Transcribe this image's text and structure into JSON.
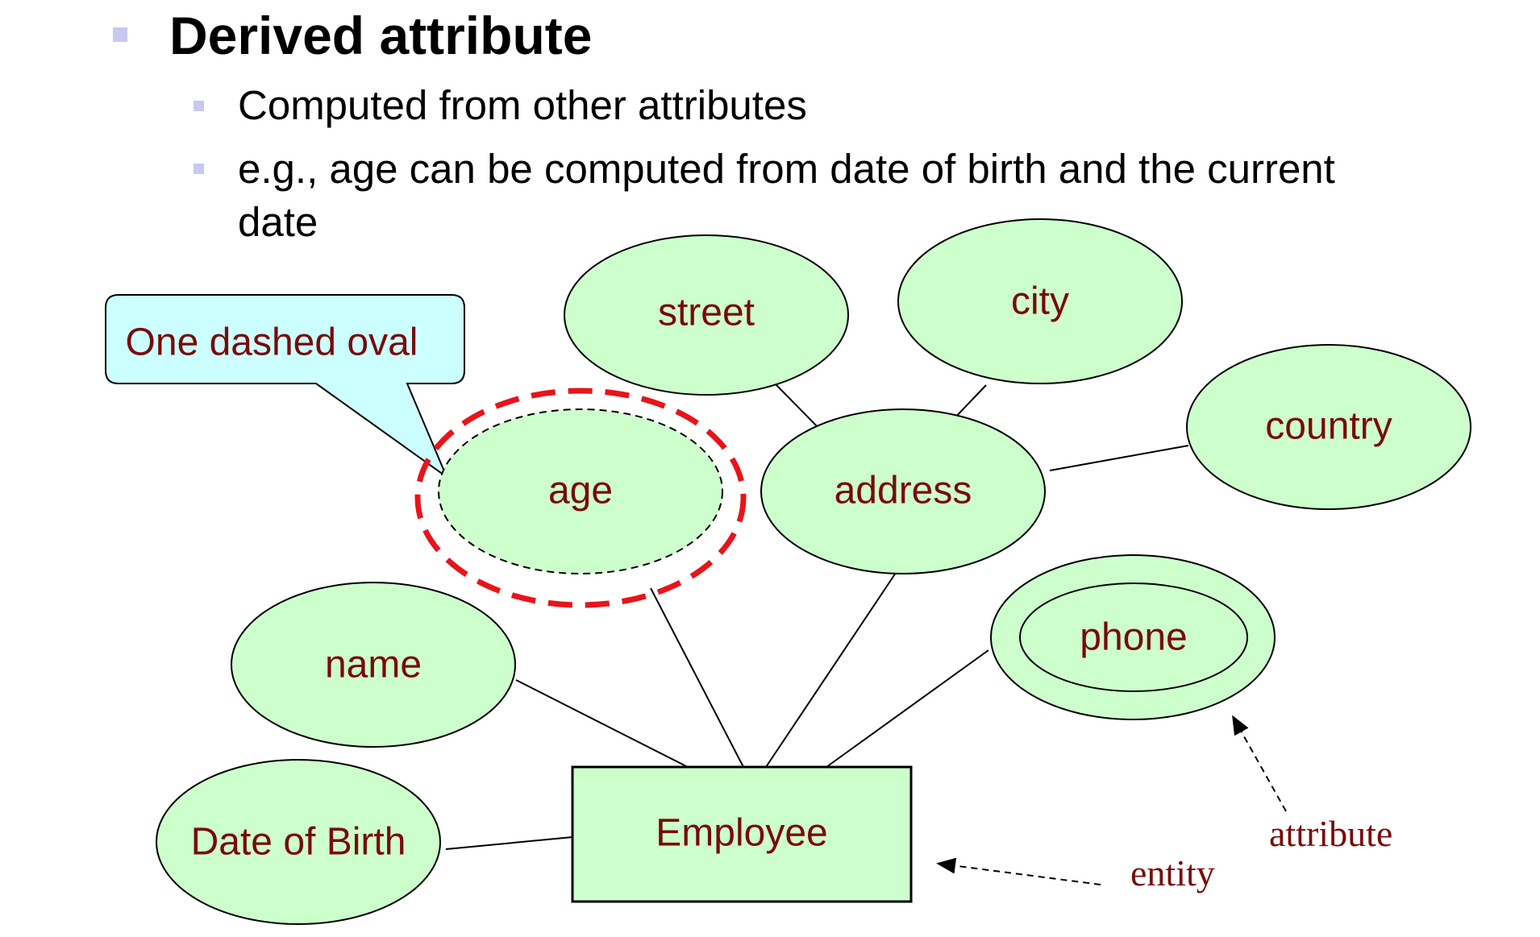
{
  "slide": {
    "heading": "Derived attribute",
    "bullets": [
      "Computed from other attributes",
      "e.g., age can be computed from date of birth and the current",
      "date"
    ]
  },
  "diagram": {
    "callout": "One dashed oval",
    "entity": "Employee",
    "attributes": {
      "street": "street",
      "city": "city",
      "country": "country",
      "age": "age",
      "address": "address",
      "name": "name",
      "phone": "phone",
      "dob": "Date of Birth"
    },
    "labels": {
      "attribute": "attribute",
      "entity": "entity"
    }
  },
  "colors": {
    "attribute_fill": "#ccffcc",
    "callout_fill": "#ccffff",
    "text": "#7a0a0a",
    "highlight": "#e8141b",
    "bullet": "#c8c8f0"
  }
}
